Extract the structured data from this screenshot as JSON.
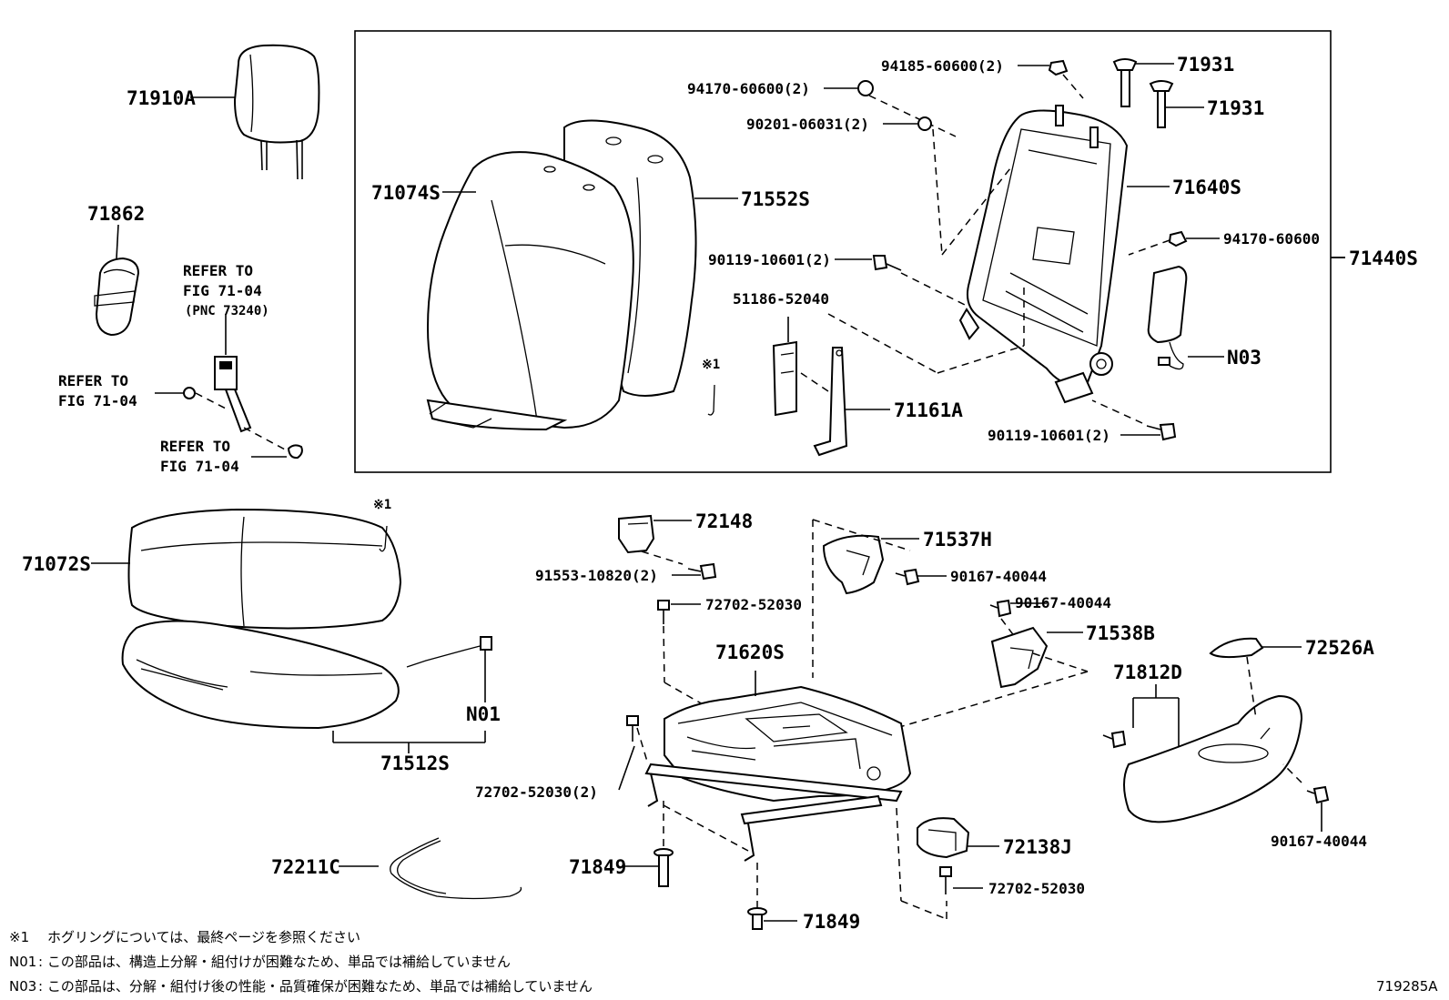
{
  "diagram_id": "719285A",
  "labels": {
    "headrest": "71910A",
    "cover_71862": "71862",
    "refer_pnc": [
      "REFER TO",
      "FIG 71-04",
      "(PNC 73240)"
    ],
    "refer_bolt": [
      "REFER TO",
      "FIG 71-04"
    ],
    "refer_nut": [
      "REFER TO",
      "FIG 71-04"
    ],
    "back_cover": "71074S",
    "back_pad": "71552S",
    "nut_94185": "94185-60600(2)",
    "nut_94170_2": "94170-60600(2)",
    "washer_90201": "90201-06031(2)",
    "guide_71931_a": "71931",
    "guide_71931_b": "71931",
    "back_frame": "71640S",
    "nut_94170": "94170-60600",
    "seatback_assy": "71440S",
    "bolt_90119_a": "90119-10601(2)",
    "bracket_51186": "51186-52040",
    "hog_ring_mark_1": "※1",
    "bracket_71161A": "71161A",
    "n03": "N03",
    "bolt_90119_b": "90119-10601(2)",
    "hog_ring_mark_2": "※1",
    "cushion_cover": "71072S",
    "n01": "N01",
    "cushion_assy": "71512S",
    "cover_72148": "72148",
    "bolt_91553": "91553-10820(2)",
    "bolt_72702_a": "72702-52030",
    "cover_71537H": "71537H",
    "screw_90167_a": "90167-40044",
    "screw_90167_b": "90167-40044",
    "cover_71538B": "71538B",
    "knob_72526A": "72526A",
    "frame_71620S": "71620S",
    "shield_71812D": "71812D",
    "bolt_72702_b": "72702-52030(2)",
    "screw_90167_c": "90167-40044",
    "cover_72138J": "72138J",
    "wire_72211C": "72211C",
    "pin_71849_a": "71849",
    "bolt_72702_c": "72702-52030",
    "pin_71849_b": "71849"
  },
  "notes": [
    {
      "mark": "※1",
      "text": "ホグリングについては、最終ページを参照ください"
    },
    {
      "mark": "N01",
      "text": ": この部品は、構造上分解・組付けが困難なため、単品では補給していません"
    },
    {
      "mark": "N03",
      "text": ": この部品は、分解・組付け後の性能・品質確保が困難なため、単品では補給していません"
    }
  ]
}
